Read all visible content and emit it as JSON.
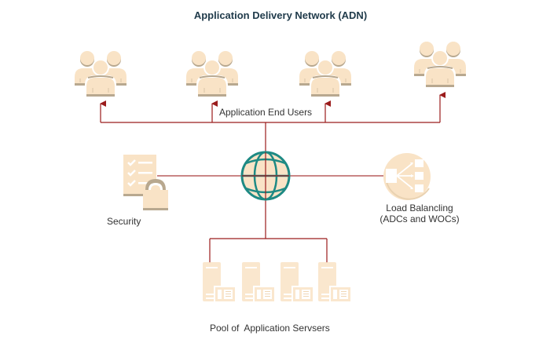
{
  "title": "Application Delivery Network (ADN)",
  "labels": {
    "end_users": "Application End Users",
    "security": "Security",
    "load_balancing_line1": "Load Balancling",
    "load_balancing_line2": "(ADCs and WOCs)",
    "servers": "Pool of  Application Servsers"
  },
  "nodes": {
    "user_groups": [
      {
        "name": "user-group-1"
      },
      {
        "name": "user-group-2"
      },
      {
        "name": "user-group-3"
      },
      {
        "name": "user-group-4"
      }
    ],
    "servers": [
      {
        "name": "server-1"
      },
      {
        "name": "server-2"
      },
      {
        "name": "server-3"
      },
      {
        "name": "server-4"
      }
    ]
  },
  "colors": {
    "icon_fill": "#f9e3c6",
    "icon_shadow": "#b8a88f",
    "connector": "#9b1c1c",
    "globe_stroke": "#1e8a84",
    "text": "#333333",
    "title": "#1f3a4a"
  }
}
